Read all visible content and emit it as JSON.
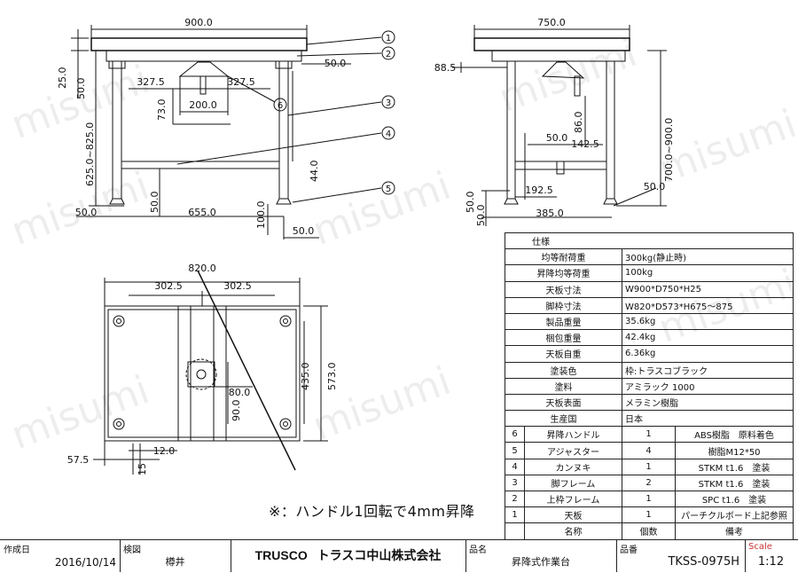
{
  "watermark": "misumi",
  "front_view": {
    "width": "900.0",
    "dims_left": [
      "25.0",
      "50.0",
      "625.0~825.0"
    ],
    "leg_gap": "327.5",
    "leg_gap_right": "327.5",
    "center_plate": "200.0",
    "handle_drop": "73.0",
    "brace_height": "44.0",
    "brace_rise": "50.0",
    "leg_span": "655.0",
    "foot_left": "50.0",
    "foot_right": "50.0",
    "adjuster_h": "100.0",
    "right_offset": "50.0"
  },
  "side_view": {
    "width": "750.0",
    "overhang": "88.5",
    "height": "700.0~900.0",
    "dim_86": "86.0",
    "dim_142": "142.5",
    "dim_50a": "50.0",
    "dim_192": "192.5",
    "dim_385": "385.0",
    "dim_50b": "50.0",
    "dim_50c": "50.0",
    "dim_50d": "50.0"
  },
  "plan_view": {
    "width": "820.0",
    "half_left": "302.5",
    "half_right": "302.5",
    "depth": "573.0",
    "inner": "435.0",
    "d80": "80.0",
    "d90": "90.0",
    "d57": "57.5",
    "d12": "12.0",
    "d15": "15"
  },
  "callouts": [
    "1",
    "2",
    "3",
    "4",
    "5",
    "6"
  ],
  "spec": {
    "header": "仕様",
    "rows": [
      {
        "label": "均等耐荷重",
        "value": "300kg(静止時)"
      },
      {
        "label": "昇降均等荷重",
        "value": "100kg"
      },
      {
        "label": "天板寸法",
        "value": "W900*D750*H25"
      },
      {
        "label": "脚枠寸法",
        "value": "W820*D573*H675～875"
      },
      {
        "label": "製品重量",
        "value": "35.6kg"
      },
      {
        "label": "梱包重量",
        "value": "42.4kg"
      },
      {
        "label": "天板自重",
        "value": "6.36kg"
      },
      {
        "label": "塗装色",
        "value": "枠:トラスコブラック"
      },
      {
        "label": "塗料",
        "value": "アミラック 1000"
      },
      {
        "label": "天板表面",
        "value": "メラミン樹脂"
      },
      {
        "label": "生産国",
        "value": "日本"
      }
    ],
    "parts": [
      {
        "no": "6",
        "name": "昇降ハンドル",
        "qty": "1",
        "note": "ABS樹脂　原料着色"
      },
      {
        "no": "5",
        "name": "アジャスター",
        "qty": "4",
        "note": "樹脂M12*50"
      },
      {
        "no": "4",
        "name": "カンヌキ",
        "qty": "1",
        "note": "STKM t1.6　塗装"
      },
      {
        "no": "3",
        "name": "脚フレーム",
        "qty": "2",
        "note": "STKM t1.6　塗装"
      },
      {
        "no": "2",
        "name": "上枠フレーム",
        "qty": "1",
        "note": "SPC t1.6　塗装"
      },
      {
        "no": "1",
        "name": "天板",
        "qty": "1",
        "note": "パーチクルボード上記参照"
      }
    ],
    "footer": {
      "name": "名称",
      "qty": "個数",
      "note": "備考"
    }
  },
  "note": "※：ハンドル1回転で4mm昇降",
  "title_block": {
    "date_label": "作成日",
    "date": "2016/10/14",
    "checker_label": "検図",
    "checker": "樽井",
    "brand": "TRUSCO",
    "company": "トラスコ中山株式会社",
    "product_label": "品名",
    "product": "昇降式作業台",
    "part_no_label": "品番",
    "part_no": "TKSS-0975H",
    "scale_label": "Scale",
    "scale": "1:12"
  }
}
